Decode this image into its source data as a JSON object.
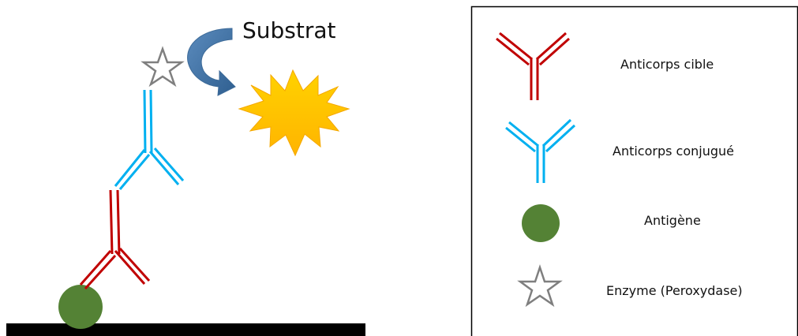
{
  "diagram": {
    "substrat_label": "Substrat",
    "colors": {
      "target_antibody": "#c00000",
      "conjugated_antibody": "#00b0f0",
      "antigen": "#548235",
      "enzyme_star": "#7f7f7f",
      "arrow": "#4a78a8",
      "burst": "#ffc000",
      "surface": "#000000"
    }
  },
  "legend": {
    "items": [
      {
        "label": "Anticorps cible",
        "icon": "target-antibody-icon"
      },
      {
        "label": "Anticorps conjugué",
        "icon": "conjugated-antibody-icon"
      },
      {
        "label": "Antigène",
        "icon": "antigen-icon"
      },
      {
        "label": "Enzyme (Peroxydase)",
        "icon": "enzyme-star-icon"
      }
    ]
  }
}
